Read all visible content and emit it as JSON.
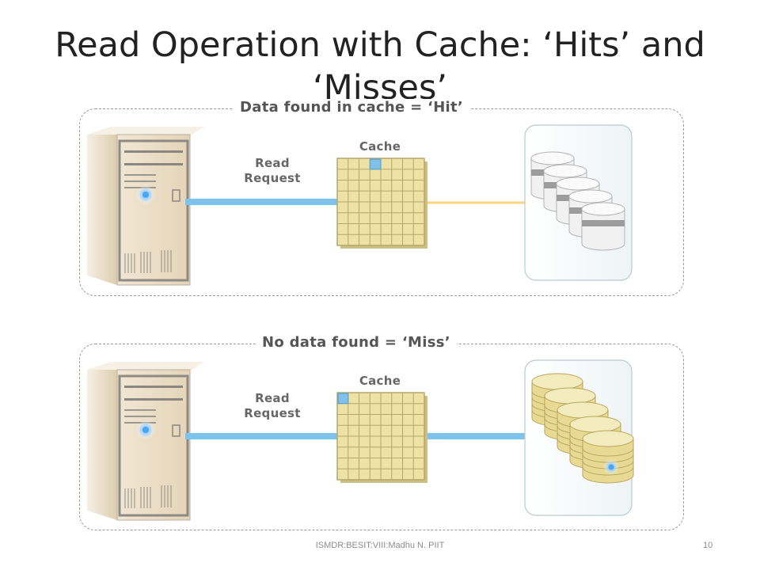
{
  "title": "Read Operation with Cache: ‘Hits’ and ‘Misses’",
  "hit_panel": {
    "label": "Data found in cache = ‘Hit’",
    "read_request_label": "Read\nRequest",
    "cache_label": "Cache"
  },
  "miss_panel": {
    "label": "No data found = ‘Miss’",
    "read_request_label": "Read\nRequest",
    "cache_label": "Cache"
  },
  "footer": {
    "text": "ISMDR:BESIT:VIII:Madhu N. PIIT",
    "page": "10"
  },
  "colors": {
    "link": "#7dc3ee",
    "cache_link": "#f5d57e",
    "cache_cell": "#eee2a4",
    "cache_hit_cell": "#7fc1ea",
    "server": "#e9dcc4",
    "disk_gray": "#c9c9c9",
    "disk_gold": "#efe3a6"
  },
  "icons": [
    "server-icon",
    "cache-grid-icon",
    "disk-array-icon"
  ]
}
